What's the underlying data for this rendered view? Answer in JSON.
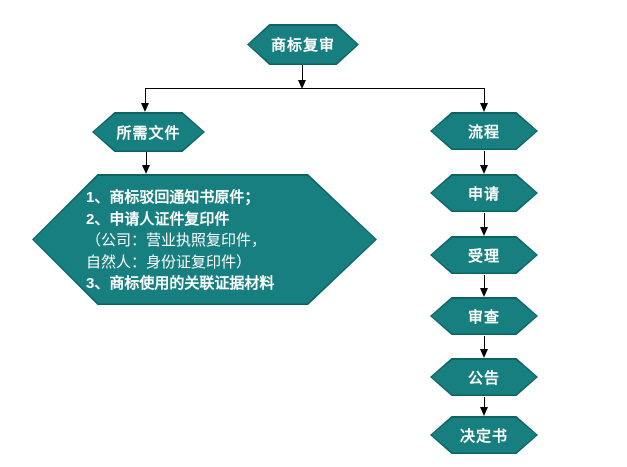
{
  "diagram": {
    "root": {
      "label": "商标复审"
    },
    "left_branch": {
      "header": {
        "label": "所需文件"
      },
      "detail": {
        "lines": [
          {
            "text": "1、商标驳回通知书原件；",
            "bold": true
          },
          {
            "text": "2、申请人证件复印件",
            "bold": true
          },
          {
            "text": "（公司：营业执照复印件，",
            "bold": false
          },
          {
            "text": "自然人：身份证复印件）",
            "bold": false
          },
          {
            "text": "3、商标使用的关联证据材料",
            "bold": true
          }
        ]
      }
    },
    "right_branch": {
      "header": {
        "label": "流程"
      },
      "steps": [
        "申请",
        "受理",
        "审查",
        "公告",
        "决定书"
      ]
    },
    "colors": {
      "shape_fill": "#177f7f",
      "shape_border": "#0d6363",
      "text": "#ffffff",
      "line": "#000000",
      "background": "#ffffff"
    }
  }
}
